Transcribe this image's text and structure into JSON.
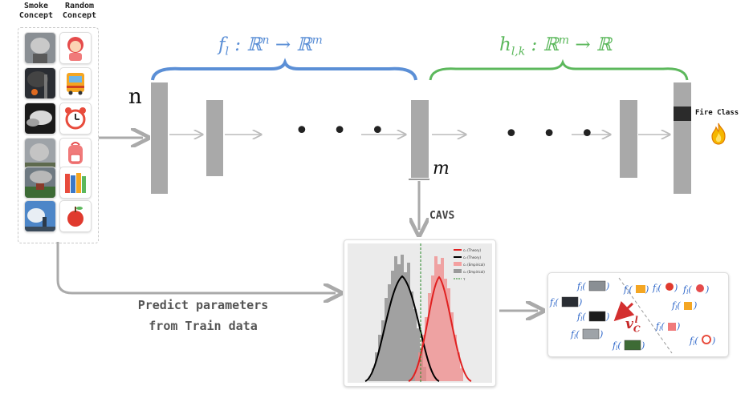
{
  "concepts": {
    "smoke_header_line1": "Smoke",
    "smoke_header_line2": "Concept",
    "random_header_line1": "Random",
    "random_header_line2": "Concept",
    "smoke_items": [
      "smoke-photo",
      "smoke-photo",
      "smoke-photo",
      "smoke-photo",
      "smoke-photo",
      "smoke-photo"
    ],
    "random_items": [
      "girl-icon",
      "bus-icon",
      "alarm-clock-icon",
      "backpack-icon",
      "books-icon",
      "apple-icon"
    ]
  },
  "network": {
    "input_label": "n",
    "latent_label": "m",
    "ellipsis": "• • •",
    "f_label": "f_l : ℝ^n → ℝ^m",
    "h_label": "h_{l,k} : ℝ^m → ℝ",
    "output_label": "Fire Class",
    "f_color": "#5b8fd6",
    "h_color": "#5cb85c"
  },
  "cavs_label": "CAVS",
  "predict": {
    "line1": "Predict parameters",
    "line2": "from Train data"
  },
  "histogram_legend": [
    {
      "label": "c₁ (Theory)",
      "color": "#e02020"
    },
    {
      "label": "c₂ (Theory)",
      "color": "#000000"
    },
    {
      "label": "c₁ (Empirical)",
      "color": "#f4a0a0"
    },
    {
      "label": "c₂ (Empirical)",
      "color": "#9a9a9a"
    },
    {
      "label": "τ",
      "color": "#2a8a2a"
    }
  ],
  "latent_panel": {
    "vector_label": "v_C^l",
    "f_symbol": "f_l"
  }
}
